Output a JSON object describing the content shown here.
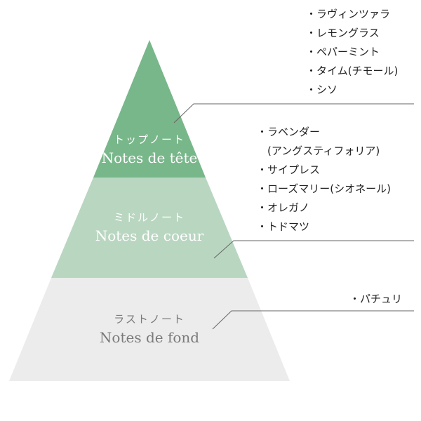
{
  "tiers": [
    {
      "id": "top",
      "jp": "トップノート",
      "fr": "Notes de tête",
      "fill": "#78b78a",
      "text_color": "#ffffff",
      "items": [
        "・ラヴィンツァラ",
        "・レモングラス",
        "・ペパーミント",
        "・タイム(チモール)",
        "・シソ"
      ]
    },
    {
      "id": "middle",
      "jp": "ミドルノート",
      "fr": "Notes de coeur",
      "fill": "#b9d6c1",
      "text_color": "#ffffff",
      "items": [
        "・ラベンダー",
        "　(アングスティフォリア)",
        "・サイプレス",
        "・ローズマリー(シオネール)",
        "・オレガノ",
        "・トドマツ"
      ]
    },
    {
      "id": "base",
      "jp": "ラストノート",
      "fr": "Notes de fond",
      "fill": "#ebeceb",
      "text_color": "#7a7a7a",
      "items": [
        "・パチュリ"
      ]
    }
  ]
}
